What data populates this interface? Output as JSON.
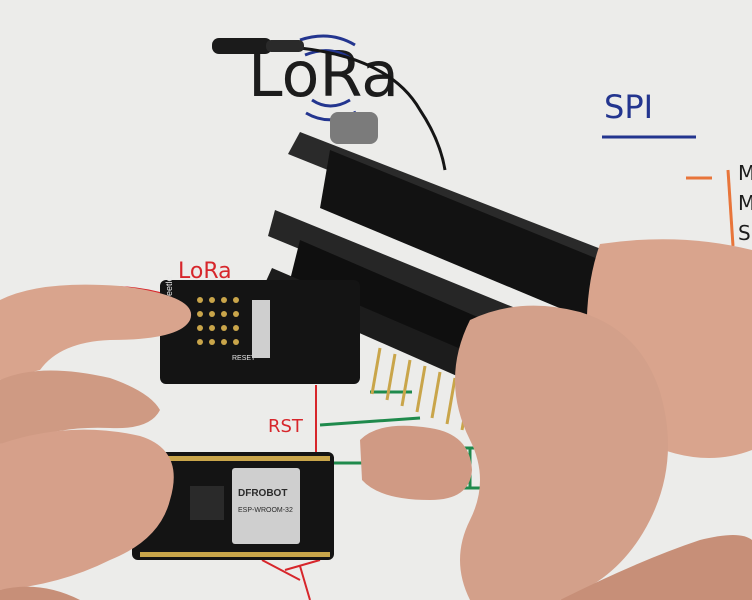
{
  "whiteboard": {
    "title_text": "LoRa",
    "section_text": "SPI",
    "small_lora_label": "LoRa",
    "rst_label": "RST",
    "side_letters": [
      "M",
      "M",
      "S"
    ]
  },
  "boards": {
    "lora_module_brand": "Fire Beetle",
    "esp32_module_brand": "DFROBOT",
    "esp32_module_model": "ESP-WROOM-32",
    "reset_silk": "RESET"
  },
  "colors": {
    "whiteboard": "#ececea",
    "marker_black": "#1c1c1c",
    "marker_blue": "#23358f",
    "marker_red": "#d7262b",
    "marker_green": "#1f8a4c",
    "marker_orange": "#e8753a",
    "pcb": "#141414",
    "header": "#1e1e1e",
    "pins": "#c9a54a",
    "skin": "#d9a48d"
  }
}
